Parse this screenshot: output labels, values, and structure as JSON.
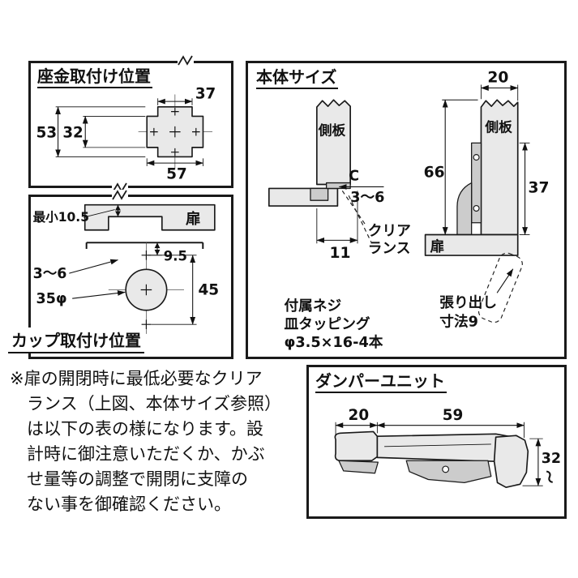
{
  "page": {
    "background": "#ffffff",
    "line_color": "#1a1a1a",
    "part_fill": "#e9e9e9"
  },
  "plate_panel": {
    "title": "座金取付け位置",
    "dims": {
      "top_width": "37",
      "outer_height": "53",
      "inner_height": "32",
      "bottom_width": "57"
    }
  },
  "cup_panel": {
    "title": "カップ取付け位置",
    "door_label": "扉",
    "dims": {
      "min_thickness": "最小10.5",
      "screw_offset": "9.5",
      "edge_distance": "3〜6",
      "cup_diameter": "35φ",
      "screw_pitch": "45"
    }
  },
  "body_panel": {
    "title": "本体サイズ",
    "left_view": {
      "side_panel_label": "側板",
      "dim_c": "C",
      "dim_c_range": "3〜6",
      "clearance_line1": "クリア",
      "clearance_line2": "ランス",
      "dim_depth": "11"
    },
    "right_view": {
      "side_panel_label": "側板",
      "door_label": "扉",
      "dim_width": "20",
      "dim_height": "66",
      "dim_plate_height": "37",
      "protrusion_line1": "張り出し",
      "protrusion_line2": "寸法9"
    },
    "screw_note": {
      "line1": "付属ネジ",
      "line2": "皿タッピング",
      "line3": "φ3.5×16-4本"
    }
  },
  "damper_panel": {
    "title": "ダンパーユニット",
    "dims": {
      "left_width": "20",
      "right_width": "59",
      "height_value": "32",
      "height_tilde": "〜"
    }
  },
  "note": {
    "lines": [
      "※扉の開閉時に最低必要なクリア",
      "ランス（上図、本体サイズ参照）",
      "は以下の表の様になります。設",
      "計時に御注意いただくか、かぶ",
      "せ量等の調整で開閉に支障の",
      "ない事を御確認ください。"
    ]
  }
}
